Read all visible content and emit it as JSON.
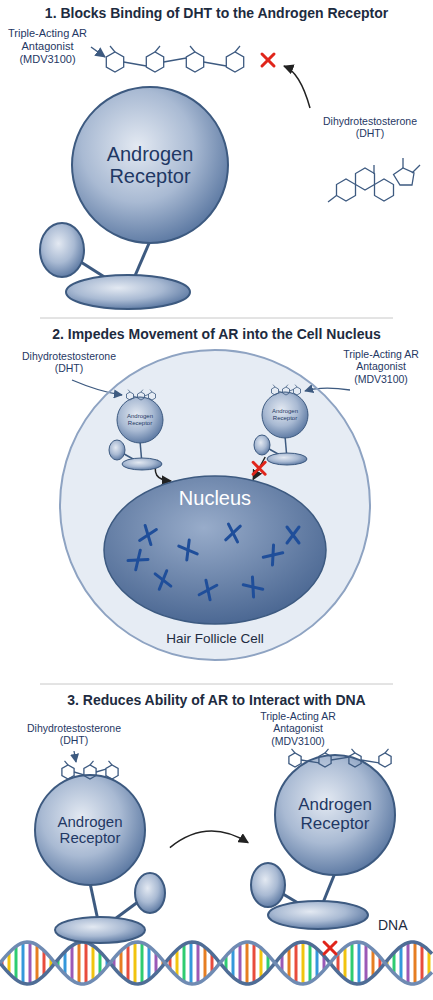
{
  "diagram": {
    "nodes": [
      {
        "text": [
          "Androgen Receptor"
        ]
      },
      {
        "text": [
          "Hair Follicle Cell"
        ]
      },
      {
        "text": [
          "Androgen Receptor"
        ],
        "in": 1
      },
      {
        "text": [
          "Androgen Receptor"
        ],
        "in": 1
      },
      {
        "text": [
          "Nucleus"
        ],
        "in": 1
      },
      {
        "text": [
          "Androgen Receptor"
        ]
      },
      {
        "text": [
          "Androgen Receptor"
        ]
      }
    ],
    "edges": [
      {
        "from": 2,
        "to": 4,
        "arrow": "to"
      },
      {
        "from": 3,
        "to": 4,
        "arrow": "to"
      },
      {
        "from": 5,
        "to": 6,
        "arrow": "to"
      }
    ],
    "labels": [
      "1. Blocks Binding of DHT to the Androgen Receptor",
      "Triple-Acting AR Antagonist (MDV3100)",
      "Dihydrotestosterone (DHT)",
      "2. Impedes Movement of AR into the Cell Nucleus",
      "Dihydrotestosterone (DHT)",
      "Triple-Acting AR Antagonist (MDV3100)",
      "3. Reduces Ability of AR to Interact with DNA",
      "Dihydrotestosterone (DHT)",
      "Triple-Acting AR Antagonist (MDV3100)",
      "DNA"
    ]
  }
}
